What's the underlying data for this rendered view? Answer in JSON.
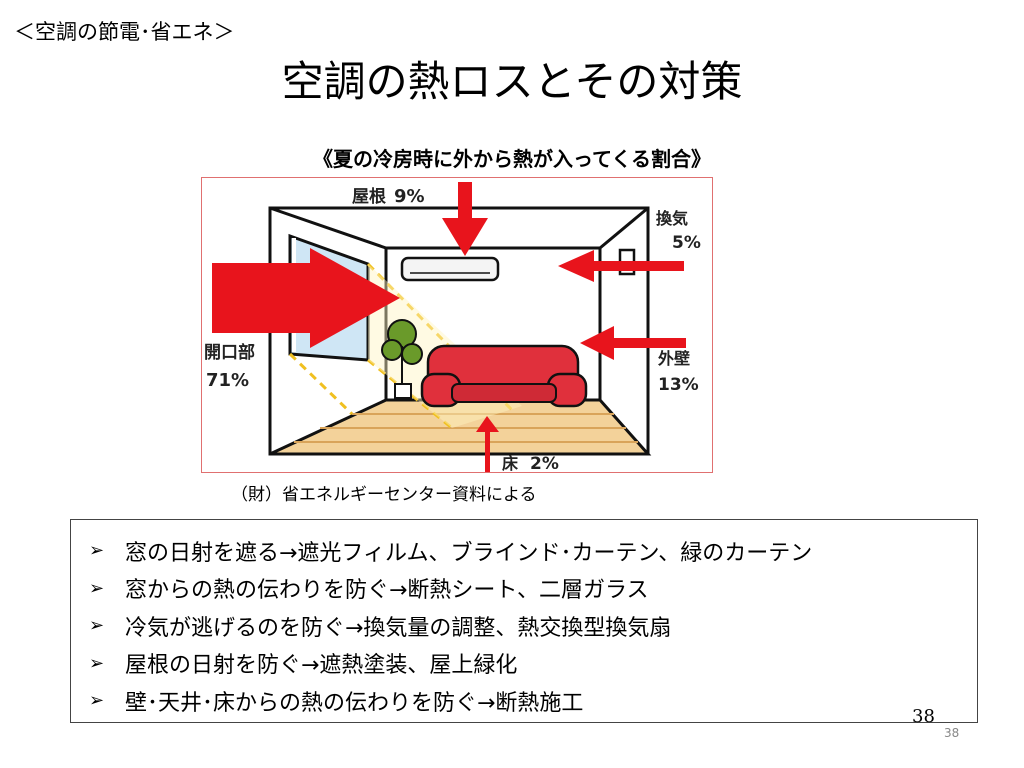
{
  "header": {
    "section_label": "＜空調の節電･省エネ＞",
    "title": "空調の熱ロスとその対策"
  },
  "figure": {
    "caption": "《夏の冷房時に外から熱が入ってくる割合》",
    "labels": {
      "roof": "屋根",
      "roof_pct": "9%",
      "ventilation": "換気",
      "ventilation_pct": "5%",
      "opening": "開口部",
      "opening_pct": "71%",
      "outer_wall": "外壁",
      "outer_wall_pct": "13%",
      "floor": "床",
      "floor_pct": "2%"
    },
    "heat_share_percent": {
      "opening": 71,
      "outer_wall": 13,
      "roof": 9,
      "ventilation": 5,
      "floor": 2
    },
    "colors": {
      "arrow": "#e8141c",
      "sofa": "#e0303c",
      "frame": "#e07070"
    },
    "source_note": "（財）省エネルギーセンター資料による"
  },
  "measures": [
    "窓の日射を遮る→遮光フィルム、ブラインド･カーテン、緑のカーテン",
    "窓からの熱の伝わりを防ぐ→断熱シート、二層ガラス",
    "冷気が逃げるのを防ぐ→換気量の調整、熱交換型換気扇",
    "屋根の日射を防ぐ→遮熱塗装、屋上緑化",
    "壁･天井･床からの熱の伝わりを防ぐ→断熱施工"
  ],
  "bullet_glyph": "➢",
  "page_number": "38"
}
